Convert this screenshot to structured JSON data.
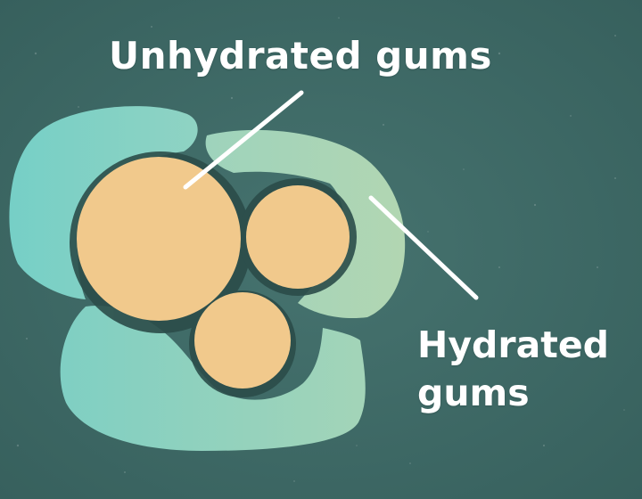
{
  "labels": {
    "unhydrated": "Unhydrated gums",
    "hydrated_line1": "Hydrated",
    "hydrated_line2": "gums"
  },
  "colors": {
    "background": "#3f6b68",
    "hydrated_gum_light": "#7fd0c6",
    "hydrated_gum_mid": "#97d2bd",
    "hydrated_gum_pale": "#aed6b4",
    "unhydrated_gum": "#f1c98c",
    "shadow": "#2c4f4c",
    "text": "#ffffff"
  }
}
